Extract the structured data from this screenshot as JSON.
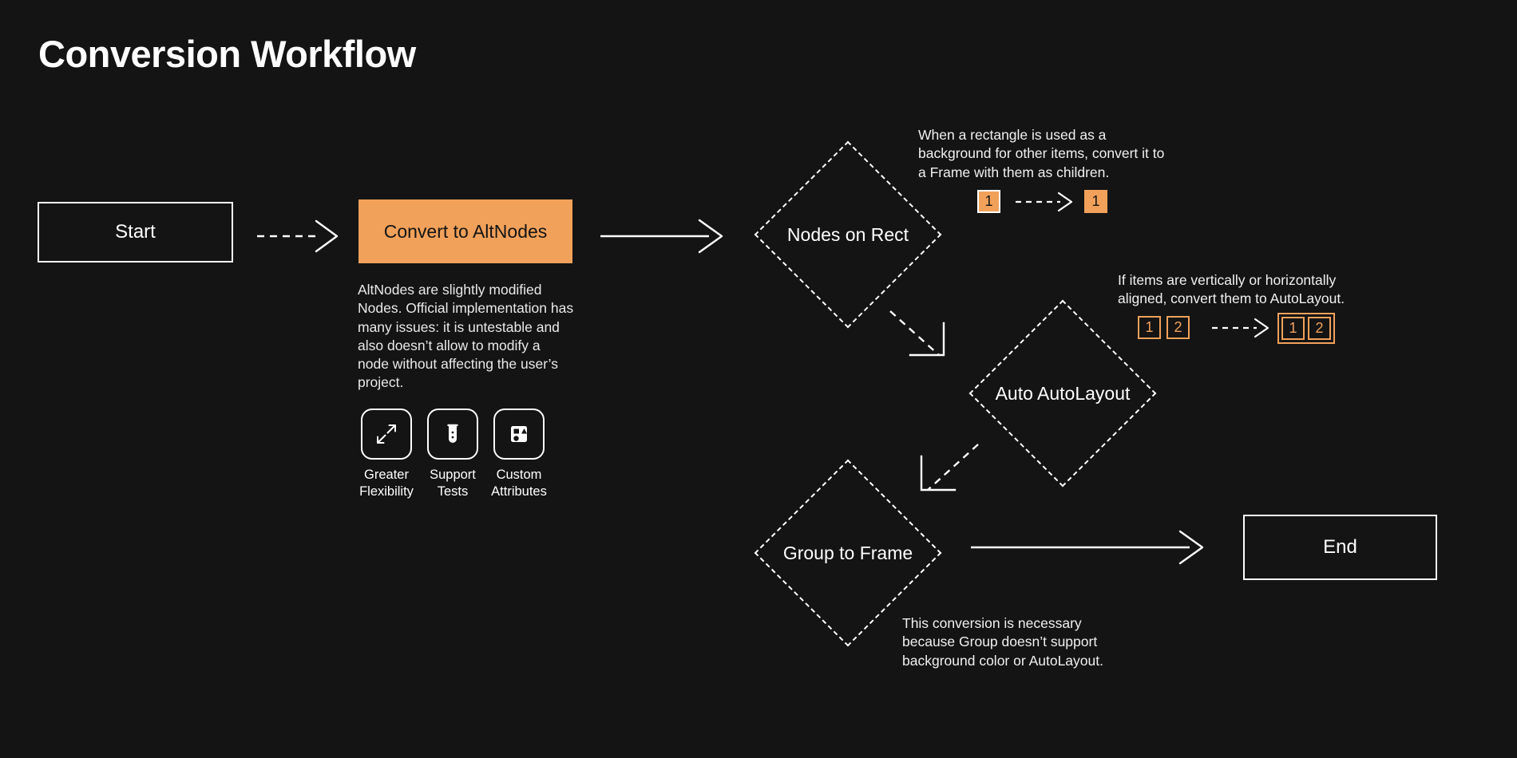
{
  "page": {
    "title": "Conversion Workflow",
    "background_color": "#141414",
    "accent_color": "#f2a15a",
    "text_color": "#ffffff"
  },
  "nodes": {
    "start": {
      "label": "Start",
      "shape": "rectangle"
    },
    "convert": {
      "label": "Convert to AltNodes",
      "shape": "rectangle",
      "fill": "#f2a15a"
    },
    "nodes_on_rect": {
      "label": "Nodes on Rect",
      "shape": "diamond"
    },
    "auto_autolayout": {
      "label": "Auto AutoLayout",
      "shape": "diamond"
    },
    "group_to_frame": {
      "label": "Group to Frame",
      "shape": "diamond"
    },
    "end": {
      "label": "End",
      "shape": "rectangle"
    }
  },
  "descriptions": {
    "altnodes": "AltNodes are slightly modified Nodes. Official implementation has many issues: it is untestable and also doesn’t allow to modify a node without affecting the user’s project."
  },
  "features": [
    {
      "icon": "expand-arrows-icon",
      "label": "Greater\nFlexibility"
    },
    {
      "icon": "test-tube-icon",
      "label": "Support\nTests"
    },
    {
      "icon": "shapes-icon",
      "label": "Custom\nAttributes"
    }
  ],
  "annotations": {
    "nodes_on_rect": {
      "text": "When a rectangle is used as a background for other items, convert it to a Frame with them as children.",
      "before": [
        {
          "value": "1",
          "style": "white-frame"
        }
      ],
      "after": [
        {
          "value": "1",
          "style": "solid"
        }
      ]
    },
    "auto_autolayout": {
      "text": "If items are vertically or horizontally aligned, convert them to AutoLayout.",
      "before": [
        {
          "value": "1",
          "style": "orange-line"
        },
        {
          "value": "2",
          "style": "orange-line"
        }
      ],
      "after": [
        {
          "value": "1",
          "style": "orange-line"
        },
        {
          "value": "2",
          "style": "orange-line"
        }
      ],
      "after_grouped": true
    },
    "group_to_frame": {
      "text": "This conversion is necessary because Group doesn’t support background color or AutoLayout."
    }
  },
  "edges": [
    {
      "from": "start",
      "to": "convert",
      "style": "dashed",
      "head": "chevron"
    },
    {
      "from": "convert",
      "to": "nodes_on_rect",
      "style": "solid",
      "head": "chevron"
    },
    {
      "from": "nodes_on_rect",
      "to": "auto_autolayout",
      "style": "dashed",
      "head": "elbow-down-right"
    },
    {
      "from": "auto_autolayout",
      "to": "group_to_frame",
      "style": "dashed",
      "head": "elbow-down-left"
    },
    {
      "from": "group_to_frame",
      "to": "end",
      "style": "solid",
      "head": "chevron"
    },
    {
      "from": "annotation-1-before",
      "to": "annotation-1-after",
      "style": "dashed",
      "head": "chevron"
    },
    {
      "from": "annotation-2-before",
      "to": "annotation-2-after",
      "style": "dashed",
      "head": "chevron"
    }
  ]
}
